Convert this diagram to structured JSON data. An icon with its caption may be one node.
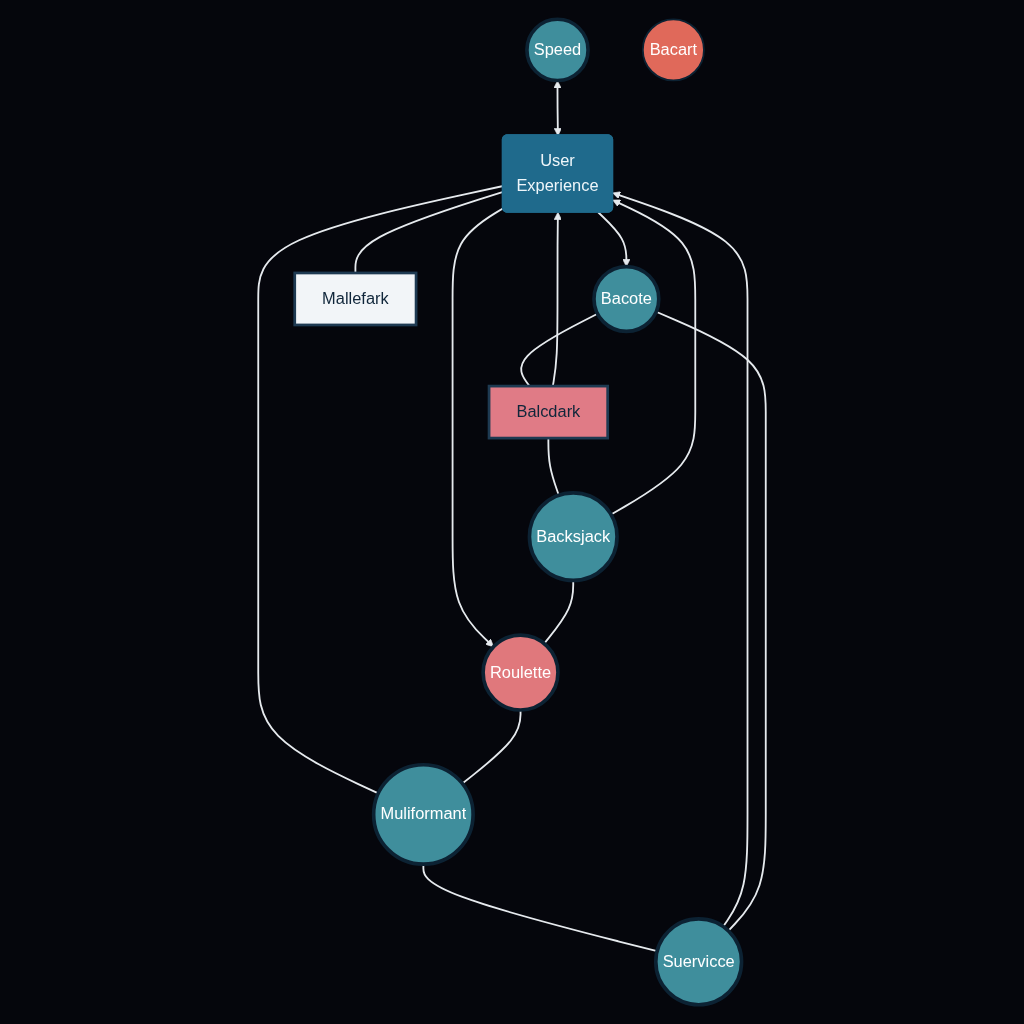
{
  "diagram": {
    "nodes": [
      {
        "text": [
          "Speed"
        ]
      },
      {
        "text": [
          "Bacote"
        ]
      },
      {
        "text": [
          "Bacart"
        ]
      },
      {
        "text": [
          "Balcdark"
        ]
      },
      {
        "text": [
          "Suervicce"
        ]
      },
      {
        "text": [
          "User",
          "Experience"
        ]
      },
      {
        "text": [
          "Backsjack"
        ]
      },
      {
        "text": [
          "Mallefark"
        ]
      },
      {
        "text": [
          "Roulette"
        ]
      },
      {
        "text": [
          "Muliformant"
        ]
      }
    ],
    "edges": [
      {
        "from": 0,
        "to": 5,
        "arrow": "both"
      },
      {
        "from": 5,
        "to": 1,
        "arrow": "to"
      },
      {
        "from": 3,
        "to": 5,
        "arrow": "to"
      },
      {
        "from": 4,
        "to": 5,
        "arrow": "to"
      },
      {
        "from": 6,
        "to": 5,
        "arrow": "to"
      },
      {
        "from": 5,
        "to": 7,
        "arrow": "none"
      },
      {
        "from": 5,
        "to": 9,
        "arrow": "none"
      },
      {
        "from": 5,
        "to": 8,
        "arrow": "to"
      },
      {
        "from": 1,
        "to": 3,
        "arrow": "none"
      },
      {
        "from": 3,
        "to": 6,
        "arrow": "none"
      },
      {
        "from": 6,
        "to": 8,
        "arrow": "none"
      },
      {
        "from": 8,
        "to": 9,
        "arrow": "none"
      },
      {
        "from": 9,
        "to": 4,
        "arrow": "none"
      },
      {
        "from": 4,
        "to": 1,
        "arrow": "none"
      }
    ]
  }
}
